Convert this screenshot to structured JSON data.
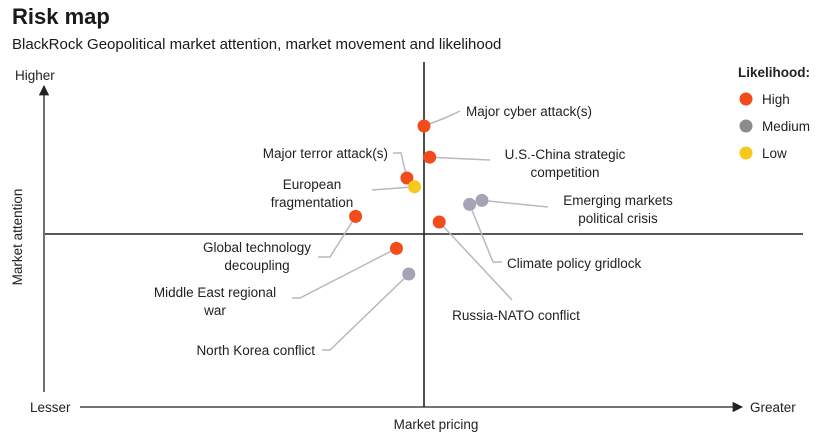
{
  "header": {
    "title": "Risk map",
    "subtitle": "BlackRock Geopolitical market attention, market movement and likelihood"
  },
  "colors": {
    "High": "#f24b1c",
    "Medium": "#a4a4b4",
    "Low": "#f6c81a",
    "legend_medium": "#8c8c90"
  },
  "chart_data": {
    "type": "scatter",
    "title": "Risk map",
    "subtitle": "BlackRock Geopolitical market attention, market movement and likelihood",
    "xlabel": "Market pricing",
    "ylabel": "Market attention",
    "x_axis_ends": {
      "low": "Lesser",
      "high": "Greater"
    },
    "y_axis_ends": {
      "low": "Lesser",
      "high": "Higher"
    },
    "xlim": [
      -4,
      4
    ],
    "ylim": [
      -2.2,
      2.2
    ],
    "grid": false,
    "legend": {
      "title": "Likelihood:",
      "placement": "top-right",
      "entries": [
        "High",
        "Medium",
        "Low"
      ]
    },
    "points": [
      {
        "label": "Major cyber attack(s)",
        "x": 0.0,
        "y": 1.35,
        "likelihood": "High"
      },
      {
        "label": "U.S.-China strategic competition",
        "x": 0.06,
        "y": 0.96,
        "likelihood": "High"
      },
      {
        "label": "Major terror attack(s)",
        "x": -0.18,
        "y": 0.7,
        "likelihood": "High"
      },
      {
        "label": "European fragmentation",
        "x": -0.1,
        "y": 0.59,
        "likelihood": "Low"
      },
      {
        "label": "Emerging markets political crisis",
        "x": 0.61,
        "y": 0.42,
        "likelihood": "Medium"
      },
      {
        "label": "Climate policy gridlock",
        "x": 0.48,
        "y": 0.37,
        "likelihood": "Medium"
      },
      {
        "label": "Global technology decoupling",
        "x": -0.72,
        "y": 0.22,
        "likelihood": "High"
      },
      {
        "label": "Russia-NATO conflict",
        "x": 0.16,
        "y": 0.15,
        "likelihood": "High"
      },
      {
        "label": "Middle East regional war",
        "x": -0.29,
        "y": -0.18,
        "likelihood": "High"
      },
      {
        "label": "North Korea conflict",
        "x": -0.16,
        "y": -0.5,
        "likelihood": "Medium"
      }
    ],
    "label_lines": [
      [
        "Major cyber attack(s)"
      ],
      [
        "U.S.-China strategic",
        "competition"
      ],
      [
        "Major terror attack(s)"
      ],
      [
        "European",
        "fragmentation"
      ],
      [
        "Emerging markets",
        "political crisis"
      ],
      [
        "Climate policy gridlock"
      ],
      [
        "Global technology",
        "decoupling"
      ],
      [
        "Russia-NATO conflict"
      ],
      [
        "Middle East regional",
        "war"
      ],
      [
        "North Korea conflict"
      ]
    ]
  }
}
